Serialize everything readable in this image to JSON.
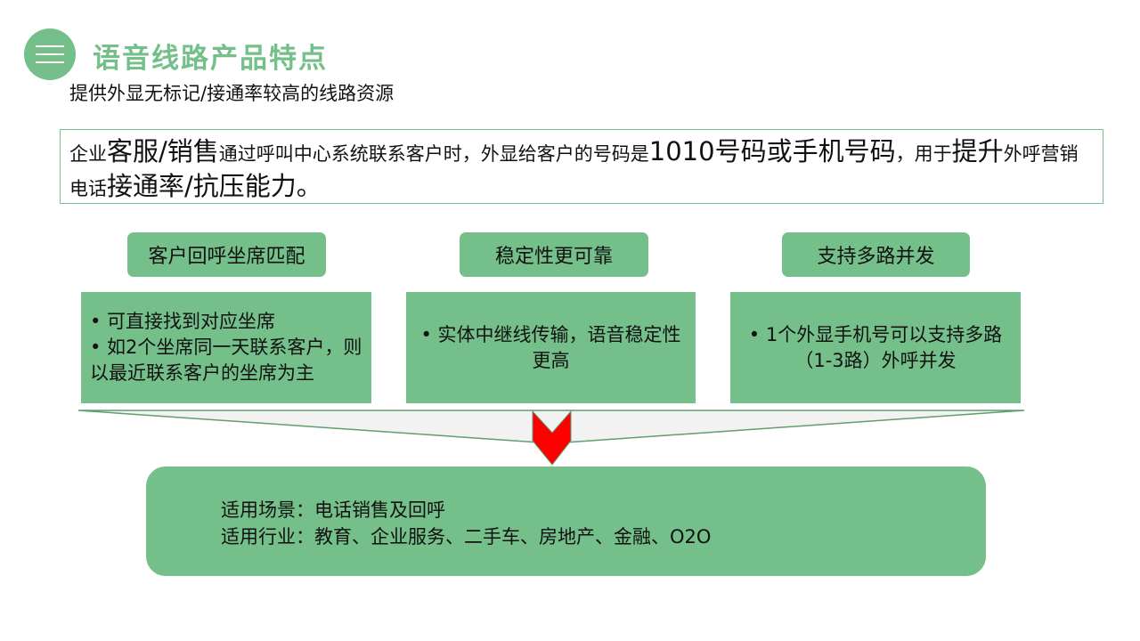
{
  "header": {
    "title": "语音线路产品特点",
    "subtitle": "提供外显无标记/接通率较高的线路资源",
    "icon": "list-icon"
  },
  "intro": {
    "parts": [
      "企业",
      "客服/销售",
      "通过呼叫中心系统联系客户时，外显给客户的号码是",
      "1010号码或手机号码",
      "，用于",
      "提升",
      "外呼营销电话",
      "接通率/抗压能力。"
    ]
  },
  "features": [
    {
      "title": "客户回呼坐席匹配",
      "lines": [
        "• 可直接找到对应坐席",
        "• 如2个坐席同一天联系客户，则以最近联系客户的坐席为主"
      ]
    },
    {
      "title": "稳定性更可靠",
      "lines": [
        "• 实体中继线传输，语音稳定性更高"
      ]
    },
    {
      "title": "支持多路并发",
      "lines": [
        "• 1个外显手机号可以支持多路 （1-3路）外呼并发"
      ]
    }
  ],
  "summary": {
    "scene": "适用场景：电话销售及回呼",
    "industry": "适用行业：教育、企业服务、二手车、房地产、金融、O2O"
  },
  "colors": {
    "accent": "#74BF8A",
    "arrow": "#FF0000"
  }
}
